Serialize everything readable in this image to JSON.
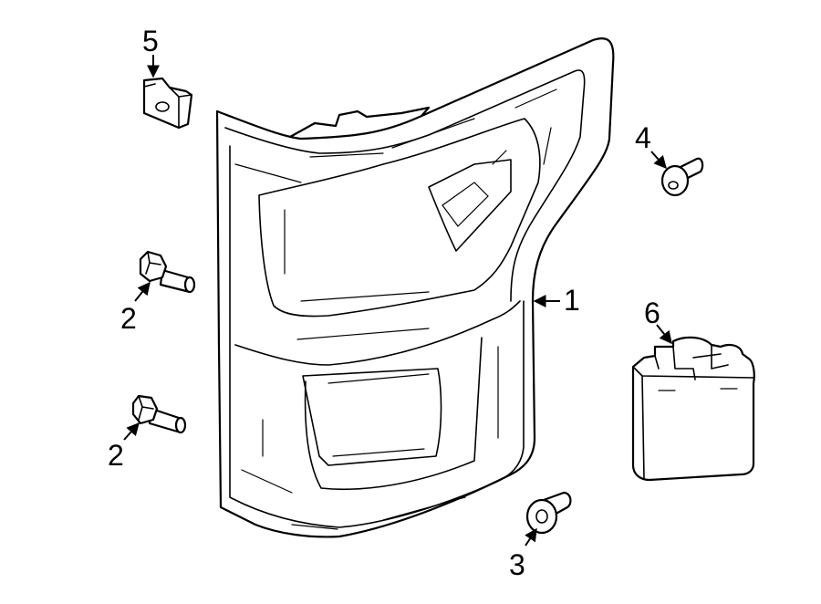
{
  "callouts": {
    "tail_lamp": "1",
    "bolt_upper": "2",
    "bolt_lower": "2",
    "stud_bottom": "3",
    "screw_right": "4",
    "clip_top": "5",
    "module_right": "6"
  },
  "colors": {
    "line": "#000000",
    "background": "#ffffff"
  }
}
